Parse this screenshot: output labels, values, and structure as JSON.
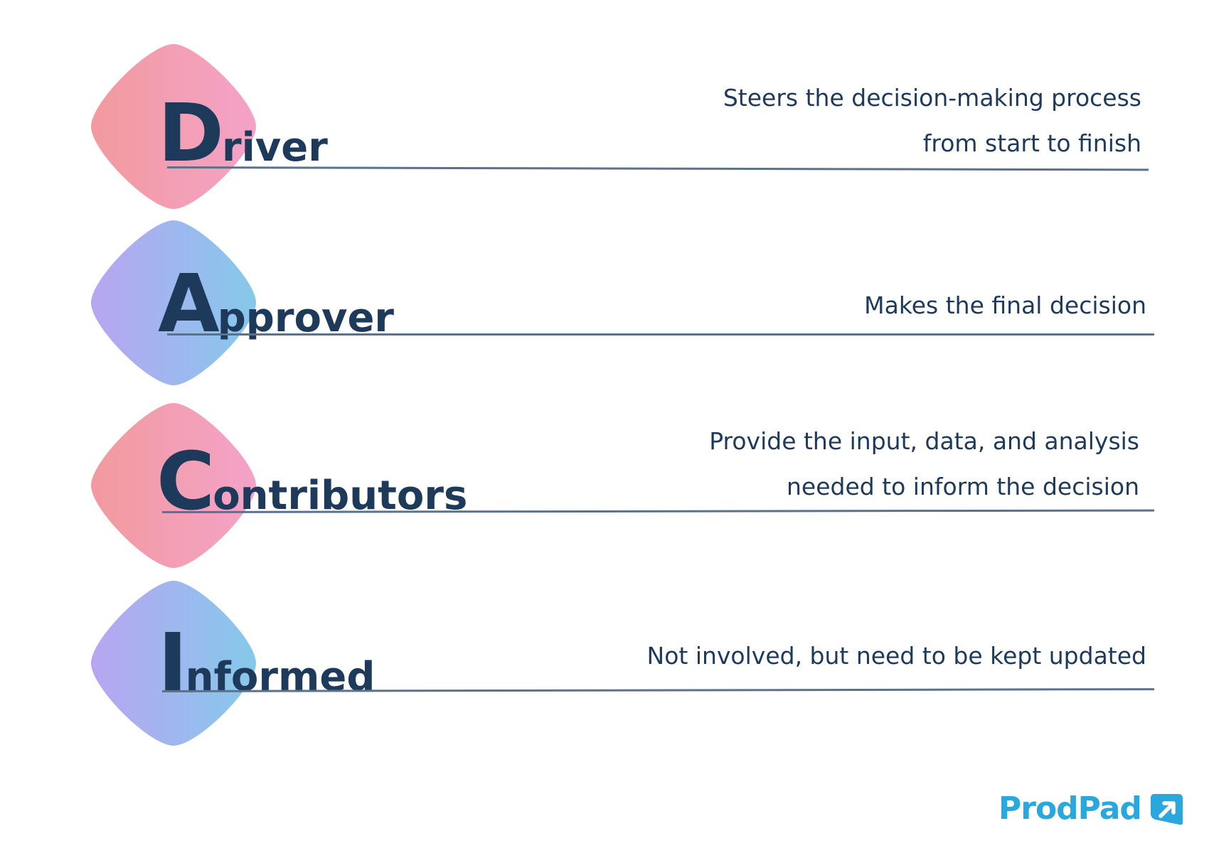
{
  "roles": [
    {
      "initial": "D",
      "rest": "river",
      "description": [
        "Steers the decision-making process",
        "from start to finish"
      ],
      "gradient": [
        "#f39a9e",
        "#f3a3c8"
      ]
    },
    {
      "initial": "A",
      "rest": "pprover",
      "description": [
        "Makes the final decision"
      ],
      "gradient": [
        "#b8a5f2",
        "#85c9ea"
      ]
    },
    {
      "initial": "C",
      "rest": "ontributors",
      "description": [
        "Provide the input, data, and analysis",
        "needed to inform the decision"
      ],
      "gradient": [
        "#f39a9e",
        "#f3a3c8"
      ]
    },
    {
      "initial": "I",
      "rest": "nformed",
      "description": [
        "Not involved, but need to be kept updated"
      ],
      "gradient": [
        "#b8a5f2",
        "#85c9ea"
      ]
    }
  ],
  "logo": {
    "text": "ProdPad",
    "color": "#2aa7dd",
    "icon": "arrow-up-right-icon"
  },
  "colors": {
    "text": "#1e3a5a",
    "rule": "#5b7289"
  }
}
